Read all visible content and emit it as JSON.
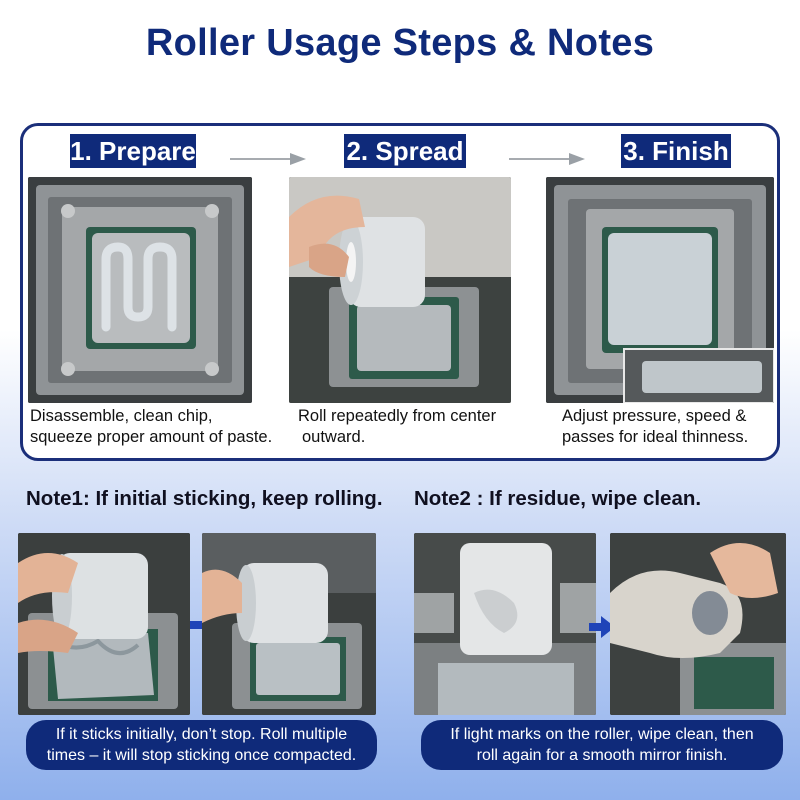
{
  "title": "Roller Usage Steps & Notes",
  "steps": [
    {
      "label": "1. Prepare",
      "caption_line1": "Disassemble, clean chip,",
      "caption_line2": "squeeze proper amount of paste."
    },
    {
      "label": "2. Spread",
      "caption_line1": "Roll repeatedly from center",
      "caption_line2": "outward."
    },
    {
      "label": "3. Finish",
      "caption_line1": "Adjust pressure, speed &",
      "caption_line2": "passes for ideal thinness."
    }
  ],
  "notes": [
    {
      "title": "Note1: If initial sticking,  keep rolling.",
      "box_line1": "If it sticks initially, don’t stop. Roll multiple",
      "box_line2": "times – it will stop sticking once compacted."
    },
    {
      "title": "Note2 : If residue,  wipe clean.",
      "box_line1": "If light marks on the roller, wipe clean, then",
      "box_line2": "roll again for a smooth mirror finish."
    }
  ],
  "colors": {
    "navy": "#0f2a7a",
    "panel_border": "#1b2f7a",
    "arrow_blue": "#1f44b8",
    "paste_grey": "#c9d1d6"
  },
  "icons": [
    "arrow-right-icon",
    "blue-arrow-right-icon"
  ]
}
